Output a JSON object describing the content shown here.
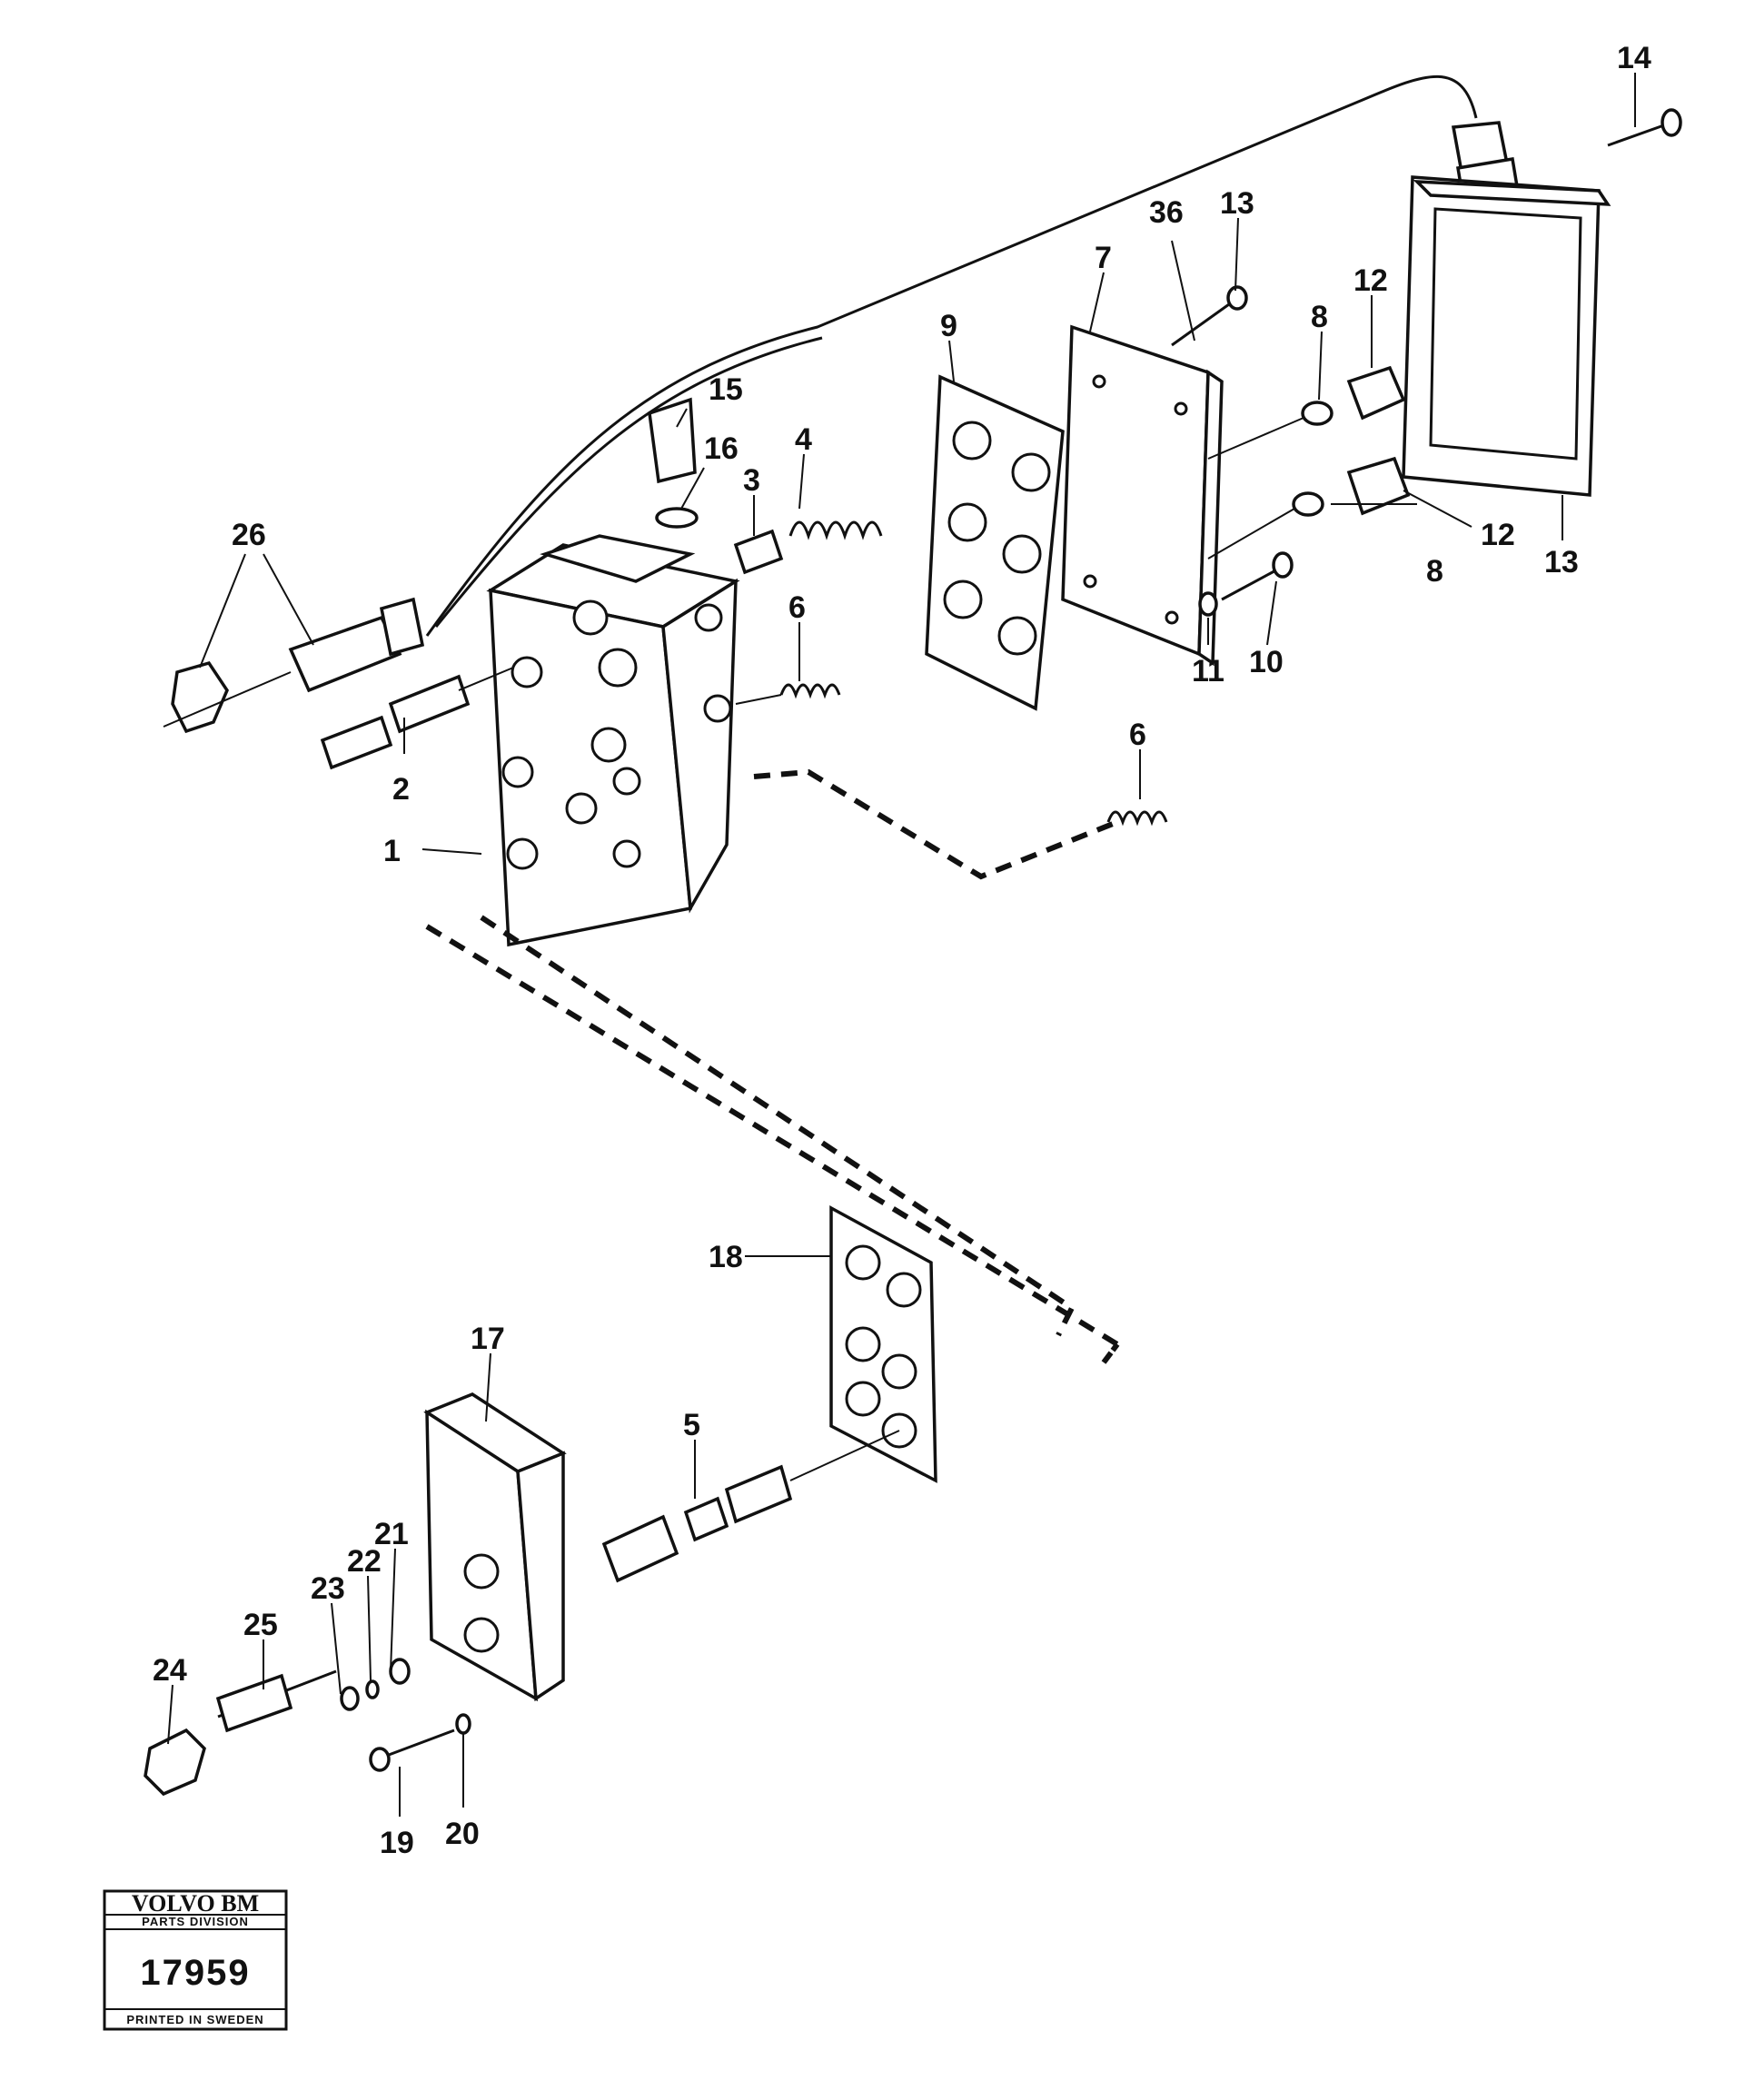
{
  "callouts": {
    "c1": "1",
    "c2": "2",
    "c3": "3",
    "c4": "4",
    "c5": "5",
    "c6a": "6",
    "c6b": "6",
    "c7": "7",
    "c8a": "8",
    "c8b": "8",
    "c9": "9",
    "c10": "10",
    "c11": "11",
    "c12a": "12",
    "c12b": "12",
    "c13a": "13",
    "c13b": "13",
    "c14": "14",
    "c15": "15",
    "c16": "16",
    "c17": "17",
    "c18": "18",
    "c19": "19",
    "c20": "20",
    "c21": "21",
    "c22": "22",
    "c23": "23",
    "c24": "24",
    "c25": "25",
    "c26": "26",
    "c36": "36"
  },
  "stamp": {
    "brand": "VOLVO BM",
    "division": "PARTS DIVISION",
    "number": "17959",
    "printed": "PRINTED IN SWEDEN"
  }
}
